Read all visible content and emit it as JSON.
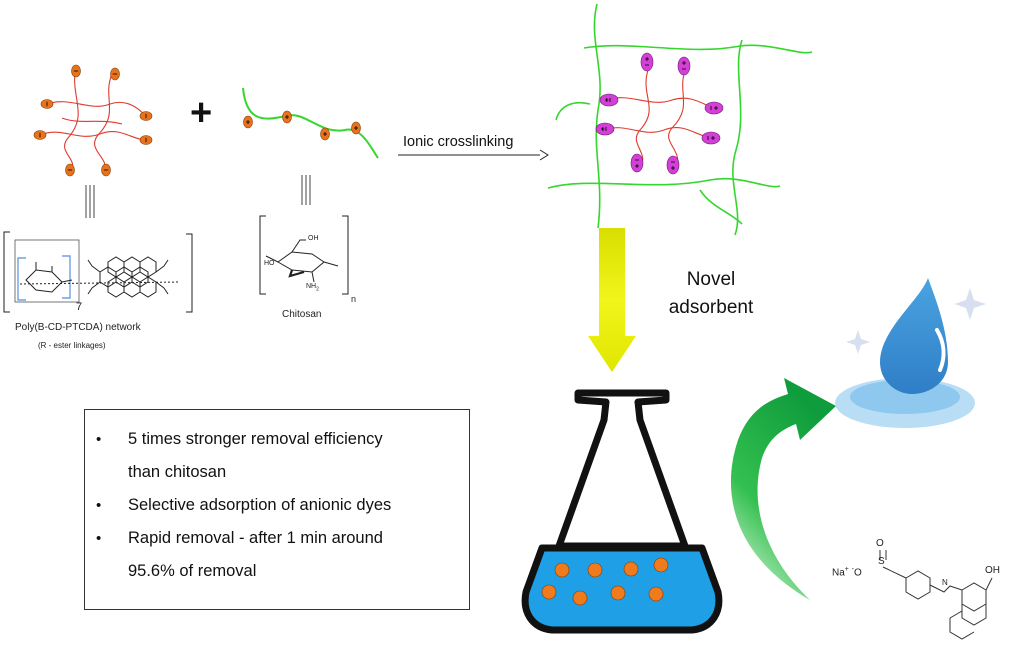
{
  "diagram": {
    "plus_sign": "+",
    "cd_network_label": "Poly(B-CD-PTCDA) network",
    "cd_network_sublabel": "(R - ester linkages)",
    "cd_repeat_count": "7",
    "chitosan_label": "Chitosan",
    "chitosan_subscript": "n",
    "chitosan_oh": "OH",
    "chitosan_ho": "HO",
    "chitosan_nh2": "NH",
    "chitosan_nh2_sub": "2",
    "process_arrow_label": "Ionic crosslinking",
    "novel_line1": "Novel",
    "novel_line2": "adsorbent",
    "dye_cation": "Na",
    "dye_cation_charge": "+",
    "dye_anion_o": "O",
    "dye_anion_charge": "-",
    "dye_s": "S",
    "dye_o": "O",
    "dye_oh": "OH",
    "dye_n": "N"
  },
  "benefits": [
    "5 times stronger removal efficiency",
    "than chitosan",
    "Selective adsorption of anionic dyes",
    "Rapid removal - after 1 min around",
    "95.6% of removal"
  ],
  "colors": {
    "cd_polymer": "#e03a2e",
    "chitosan_polymer": "#35d72e",
    "negative_bead": "#e8731c",
    "crosslinked_bead": "#d43fd8",
    "down_arrow": "#e5ea00",
    "flask_liquid": "#1f9fe6",
    "flask_particle": "#f07b1c",
    "curved_arrow": "#1fb34a",
    "water_drop": "#3f93d3",
    "water_pool": "#9fd0f0",
    "sparkle": "#d8e0f0",
    "bracket_blue": "#6e9fe0"
  },
  "icons": [
    "water-drop-icon",
    "sparkle-icon",
    "flask-icon",
    "curved-arrow-icon",
    "down-arrow-icon"
  ]
}
